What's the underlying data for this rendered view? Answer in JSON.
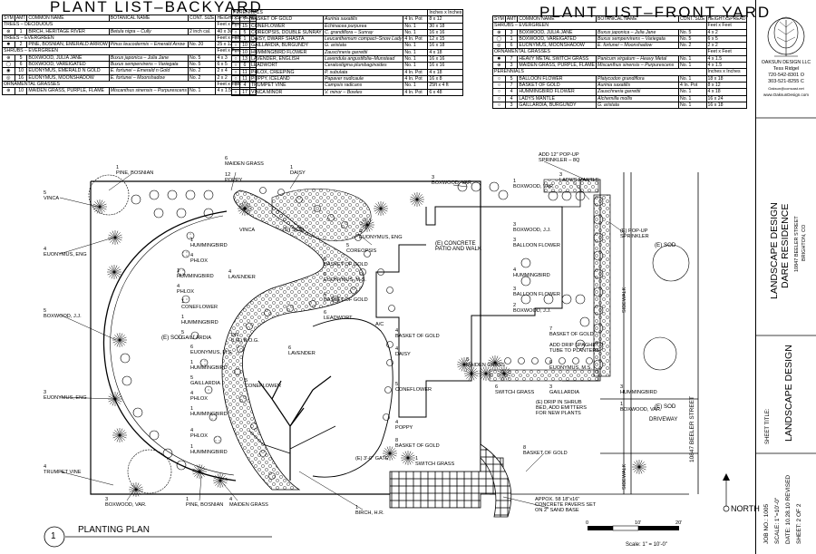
{
  "backyard": {
    "title": "PLANT LIST–BACKYARD",
    "headers": [
      "SYM",
      "AMT",
      "COMMON NAME",
      "BOTANICAL NAME",
      "CONT. SIZE",
      "HEIGHTxSPREAD"
    ],
    "rows": [
      {
        "type": "section",
        "text": "TREES – DECIDUOUS",
        "right": "Feet x Feet"
      },
      {
        "sym": "⊛",
        "amt": "1",
        "common": "BIRCH, HERITAGE RIVER",
        "botanical": "Betula nigra – Cully",
        "size": "2 inch cal.",
        "hs": "40 x 30"
      },
      {
        "type": "section",
        "text": "TREES – EVERGREEN",
        "right": "Feet x Feet"
      },
      {
        "sym": "✹",
        "amt": "2",
        "common": "PINE, BOSNIAN, EMERALD ARROW",
        "botanical": "Pinus leucodermis – Emerald Arrow",
        "size": "No. 20",
        "hs": "25 x 12"
      },
      {
        "type": "section",
        "text": "SHRUBS – EVERGREEN",
        "right": "Feet x Feet"
      },
      {
        "sym": "⊕",
        "amt": "5",
        "common": "BOXWOOD, JULIA JANE",
        "botanical": "Buxus japonica – Julia Jane",
        "size": "No. 5",
        "hs": "4 x 3"
      },
      {
        "sym": "◯",
        "amt": "6",
        "common": "BOXWOOD, VAREIGATED",
        "botanical": "Buxus sempervirens – Variegata",
        "size": "No. 5",
        "hs": "6 x 5"
      },
      {
        "sym": "◉",
        "amt": "10",
        "common": "EUONYMUS, EMERALD N GOLD",
        "botanical": "E. fortunei – Emerald n Gold",
        "size": "No. 2",
        "hs": "2 x 4"
      },
      {
        "sym": "◎",
        "amt": "16",
        "common": "EUONYMUS, MOONSHADOW",
        "botanical": "E. fortunei – Moonshadow",
        "size": "No. 2",
        "hs": "2 x 2"
      },
      {
        "type": "section",
        "text": "ORNAMENTAL GRASSES",
        "right": "Feet x Feet"
      },
      {
        "sym": "⊕",
        "amt": "10",
        "common": "MAIDEN GRASS, PURPLE, FLAME",
        "botanical": "Miscanthus sinensis – Purpurescens",
        "size": "No. 1",
        "hs": "4 x 1.5"
      }
    ],
    "perennials": {
      "header": "PERENNIALS",
      "right": "Inches x Inches",
      "rows": [
        {
          "sym": "○",
          "amt": "7",
          "common": "BASKET OF GOLD",
          "botanical": "Aurinia saxatilis",
          "size": "4 In. Pot",
          "hs": "8 x 12"
        },
        {
          "sym": "○",
          "amt": "15",
          "common": "CONEFLOWER",
          "botanical": "Echinacea purpurea",
          "size": "No. 1",
          "hs": "30 x 18"
        },
        {
          "sym": "○",
          "amt": "5",
          "common": "COREOPSIS, DOUBLE SUNRAY",
          "botanical": "C. grandiflora – Sunray",
          "size": "No. 1",
          "hs": "16 x 16"
        },
        {
          "sym": "○",
          "amt": "1",
          "common": "DAISY, DWARF SHASTA",
          "botanical": "Leucanthemum compact–Snow Lady",
          "size": "4 In. Pot",
          "hs": "12 x 15"
        },
        {
          "sym": "○",
          "amt": "10",
          "common": "GAILLARDIA, BURGUNDY",
          "botanical": "G. aristata",
          "size": "No. 1",
          "hs": "16 x 18"
        },
        {
          "sym": "○",
          "amt": "10",
          "common": "HUMMINGBIRD FLOWER",
          "botanical": "Zauschneria garrettii",
          "size": "No. 1",
          "hs": "4 x 18"
        },
        {
          "sym": "○",
          "amt": "13",
          "common": "LAVENDER, ENGLISH",
          "botanical": "Lavendula angustifolia–Munstead",
          "size": "No. 1",
          "hs": "16 x 16"
        },
        {
          "sym": "○",
          "amt": "6",
          "common": "LEADWORT",
          "botanical": "Ceratostigma plumbaginoides",
          "size": "No. 1",
          "hs": "16 x 16"
        },
        {
          "sym": "○",
          "amt": "11",
          "common": "PHLOX, CREEPING",
          "botanical": "P. subulata",
          "size": "4 In. Pot",
          "hs": "4 x 18"
        },
        {
          "sym": "○",
          "amt": "11",
          "common": "POPPY, ICELAND",
          "botanical": "Papaver nudicaule",
          "size": "4 In. Pot",
          "hs": "16 x 8"
        },
        {
          "sym": "○",
          "amt": "4",
          "common": "TRUMPET VINE",
          "botanical": "Campsis radicans",
          "size": "No. 1",
          "hs": "25ft x 4 ft"
        },
        {
          "sym": "○",
          "amt": "17",
          "common": "VINCA MINOR",
          "botanical": "V. minor – Bowles",
          "size": "4 In. Pot",
          "hs": "6 x 48"
        }
      ]
    }
  },
  "frontyard": {
    "title": "PLANT LIST–FRONT YARD",
    "headers": [
      "SYM",
      "AMT",
      "COMMON NAME",
      "BOTANICAL NAME",
      "CONT. SIZE",
      "HEIGHTxSPREAD"
    ],
    "rows": [
      {
        "type": "section",
        "text": "SHRUBS – EVERGREEN",
        "right": "Feet x Feet"
      },
      {
        "sym": "⊕",
        "amt": "3",
        "common": "BOXWOOD, JULIA JANE",
        "botanical": "Buxus japonica – Julia Jane",
        "size": "No. 5",
        "hs": "4 x 2"
      },
      {
        "sym": "◯",
        "amt": "1",
        "common": "BOXWOOD, VAREIGATED",
        "botanical": "Buxus sempervirens – Variegata",
        "size": "No. 5",
        "hs": "6 x 5"
      },
      {
        "sym": "◎",
        "amt": "6",
        "common": "EUONYMUS, MOONSHADOW",
        "botanical": "E. fortunei – Moonshadow",
        "size": "No. 2",
        "hs": "2 x 2"
      },
      {
        "type": "section",
        "text": "ORNAMENTAL GRASSES",
        "right": "Feet x Feet"
      },
      {
        "sym": "✹",
        "amt": "7",
        "common": "HEAVY METAL SWITCH GRASS",
        "botanical": "Panicum virgatum – Heavy Metal",
        "size": "No. 1",
        "hs": "4 x 1.5"
      },
      {
        "sym": "⊕",
        "amt": "3",
        "common": "MAIDEN GRASS, PURPLE, FLAME",
        "botanical": "Miscanthus sinensis – Purpurescens",
        "size": "No. 1",
        "hs": "4 x 1.5"
      },
      {
        "type": "section",
        "text": "PERENNIALS",
        "right": "Inches x Inches"
      },
      {
        "sym": "○",
        "amt": "5",
        "common": "BALLOON FLOWER",
        "botanical": "Platycodon grandiflora",
        "size": "No. 1",
        "hs": "18 x 18"
      },
      {
        "sym": "○",
        "amt": "7",
        "common": "BASKET OF GOLD",
        "botanical": "Aurinia saxatilis",
        "size": "4 In. Pot",
        "hs": "8 x 12"
      },
      {
        "sym": "○",
        "amt": "4",
        "common": "HUMMINGBIRD FLOWER",
        "botanical": "Zauschneria garrettii",
        "size": "No. 1",
        "hs": "4 x 18"
      },
      {
        "sym": "○",
        "amt": "4",
        "common": "LADYS MANTLE",
        "botanical": "Alchemilla mollis",
        "size": "No. 1",
        "hs": "16 x 24"
      },
      {
        "sym": "○",
        "amt": "3",
        "common": "GAILLARDIA, BURGUNDY",
        "botanical": "G. aristata",
        "size": "No. 1",
        "hs": "16 x 18"
      }
    ]
  },
  "titleblock": {
    "company": "OAKSUN DESIGN LLC",
    "person": "Tess Ridgel",
    "phone1": "720-542-8301 O",
    "phone2": "303-521-8255 C",
    "email": "Oaksun@comcast.net",
    "web": "www.OaksunDesign.com",
    "project1": "LANDSCAPE DESIGN",
    "project2": "DARE RESIDENCE",
    "address1": "10847 BEELER STREET",
    "address2": "BRIGHTON, CO",
    "sheet_title_label": "SHEET TITLE:",
    "sheet_title": "LANDSCAPE DESIGN",
    "job": "JOB NO.: 1005",
    "scale": "SCALE: 1\"=10'-0\"",
    "date": "DATE: 10.28.10 REVISED",
    "sheet": "SHEET: 2 OF 2"
  },
  "plan": {
    "number": "1",
    "title": "PLANTING PLAN",
    "north": "NORTH",
    "scale_text": "Scale: 1\" = 10'-0\"",
    "scale_ticks": [
      "0",
      "10'",
      "20'"
    ],
    "street": "10847 BEELER STREET",
    "sidewalk": "SIDEWALK",
    "driveway": "DRIVEWAY",
    "labels": {
      "pine_bosnian_top": "1\nPINE, BOSNIAN",
      "maiden_grass_top": "6\nMAIDEN GRASS",
      "poppy_top": "12\nPOPPY",
      "daisy": "1\nDAISY",
      "vinca_left": "5\nVINCA",
      "vinca_mid": "VINCA",
      "euonymus_eng_left": "4\nEUONYMUS, ENG",
      "boxwood_jj_left": "5\nBOXWOOD, J.J.",
      "euonymus_eng_low": "3\nEUONYMUS, ENG",
      "trumpet_vine": "4\nTRUMPET VINE",
      "boxwood_var_bottom": "3\nBOXWOOD, VAR.",
      "pine_bosnian_bottom": "1\nPINE, BOSNIAN",
      "maiden_grass_bottom": "4\nMAIDEN GRASS",
      "birch": "1\nBIRCH, H.R.",
      "sod_left": "(E) SOD",
      "sod_top": "(E) SOD",
      "hb1": "1\nHUMMINGBIRD",
      "phlox1": "4\nPHLOX",
      "hb2": "1\nHUMMINGBIRD",
      "phlox2": "4\nPHLOX",
      "coneflower1": "1\nCONEFLOWER",
      "hb3": "1\nHUMMINGBIRD",
      "gaillardia1": "5\nGAILLARDIA",
      "euonymus_ms1": "6\nEUONYMUS, M.S.",
      "hb4": "1\nHUMMINGBIRD",
      "gaillardia2": "5\nGAILLARDIA",
      "phlox3": "4\nPHLOX",
      "hb5": "1\nHUMMINGBIRD",
      "phlox4": "4\nPHLOX",
      "hb6": "1\nHUMMINGBIRD",
      "lavender1": "4\nLAVENDER",
      "lavender2": "6\nLAVENDER",
      "db": "DN\n8 (E) B.O.G.",
      "coneflower2": "5\nCONEFLOWER",
      "euonymus_eng_mid": "4\nEUONYMUS, ENG",
      "coreopsis": "5\nCOREOPSIS",
      "basket_gold1": "6\nBASKET OF GOLD",
      "euonymus_ms2": "6\nEUONYMUS, M.S.",
      "basket_gold2": "6\nBASKET OF GOLD",
      "leadwort": "6\nLEADWORT",
      "concrete": "(E) CONCRETE\nPATIO AND WALK",
      "ac": "A/C",
      "basket_gold3": "4\nBASKET OF GOLD",
      "daisy2": "4\nDAISY",
      "coneflower3": "5\nCONEFLOWER",
      "poppy2": "4\nPOPPY",
      "basket_gold4": "8\nBASKET OF GOLD",
      "gate": "(E) 3'-0\" GATE",
      "switch_grass1": "1\nSWITCH GRASS",
      "basket_gold5": "8\nBASKET OF GOLD",
      "pavers": "APPOX. 58 18\"x16\"\nCONCRETE PAVERS SET\nON 2\" SAND BASE",
      "boxwood_var_top": "3\nBOXWOOD, VAR.",
      "boxwood_var_front": "1\nBOXWOOD, VAR.",
      "popup1": "ADD 12\" POP-UP\nSPRINKLER – 8Q",
      "ladys_mantle": "3\nLADY'S MANTLE",
      "popup2": "(E) POP-UP\nSPRINKLER",
      "sod_front": "(E) SOD",
      "sod_front2": "(E) SOD",
      "boxwood_jj_front": "3\nBOXWOOD, J.J.",
      "balloon1": "3\nBALLOON FLOWER",
      "hb7": "4\nHUMMINGBIRD",
      "balloon2": "3\nBALLOON FLOWER",
      "boxwood_jj2": "2\nBOXWOOD, J.J.",
      "basket_gold6": "7\nBASKET OF GOLD",
      "spaghetti": "ADD DRIP SPAGHETTI\nTUBE TO PLANTERS",
      "euonymus_ms3": "6\nEUONYMUS, M.S.",
      "maiden_grass_front": "3\nMAIDEN GRASS",
      "switch_grass2": "6\nSWITCH GRASS",
      "gaillardia_front": "3\nGAILLARDIA",
      "drip": "(E) DRIP IN SHRUB\nBED, ADD EMITTERS\nFOR NEW PLANTS",
      "hb8": "3\nHUMMINGBIRD",
      "boxwood_var_front2": "1\nBOXWOOD, VAR."
    }
  }
}
